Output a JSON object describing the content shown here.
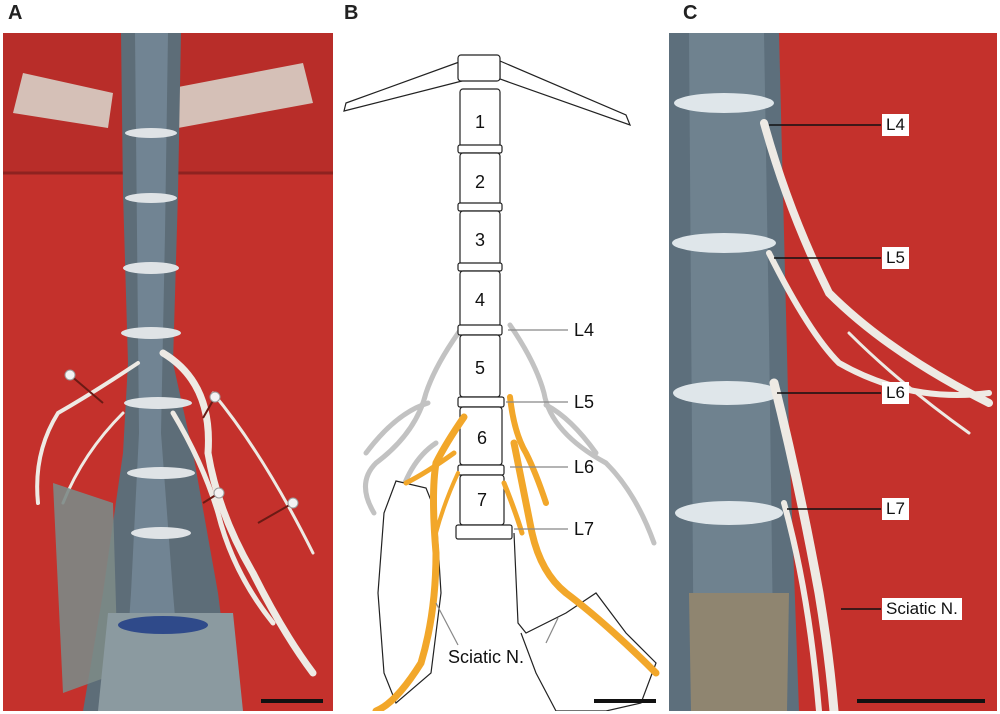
{
  "panels": {
    "a": {
      "letter": "A"
    },
    "b": {
      "letter": "B",
      "vertebrae": [
        "1",
        "2",
        "3",
        "4",
        "5",
        "6",
        "7"
      ],
      "labels": [
        "L4",
        "L5",
        "L6",
        "L7"
      ],
      "nerve_label": "Sciatic N."
    },
    "c": {
      "letter": "C",
      "labels": [
        "L4",
        "L5",
        "L6",
        "L7",
        "Sciatic N."
      ]
    }
  },
  "colors": {
    "background_red": "#c4312c",
    "nerve_orange": "#f2a72a",
    "nerve_grey": "#c2c2c2",
    "outline": "#222222"
  }
}
